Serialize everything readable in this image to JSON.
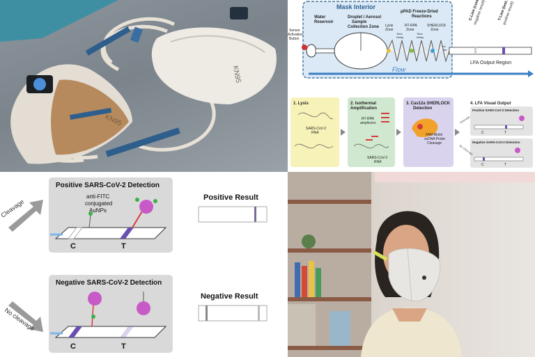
{
  "diagram": {
    "mask_interior": "Mask Interior",
    "water_reservoir": "Water\nReservoir",
    "droplet_zone": "Droplet / Aerosol\nSample\nCollection Zone",
    "freeze_dried": "µPAD Freeze-Dried\nReactions",
    "lysis_zone": "Lysis\nZone",
    "rt_rpa_zone": "RT-RPA\nZone",
    "sherlock_zone": "SHERLOCK\nZone",
    "time_delay": "Time\nDelay",
    "sensor_button": "Sensor\nActivation\nButton",
    "c_line": "C-Line (control,\nnegative result)",
    "t_line": "T-Line (test,\npositive result)",
    "flow": "Flow",
    "lfa_region": "LFA Output Region",
    "steps": [
      {
        "title": "1. Lysis",
        "body": "SARS-CoV-2\nRNA"
      },
      {
        "title": "2. Isothermal\nAmplification",
        "body": "RT-RPA\namplicons",
        "body2": "SARS-CoV-2\nRNA"
      },
      {
        "title": "3. Cas12a SHERLOCK\nDetection",
        "body": "FAM-Biotin\nssDNA Probe\nCleavage"
      },
      {
        "title": "4. LFA Visual Output",
        "pos": "Positive SARS-CoV-2 Detection",
        "neg": "Negative SARS-CoV-2 Detection",
        "cleavage": "Cleavage",
        "no_cleavage": "No Cleavage",
        "c": "C",
        "t": "T"
      }
    ]
  },
  "strip": {
    "positive_title": "Positive SARS-CoV-2 Detection",
    "negative_title": "Negative SARS-CoV-2 Detection",
    "anti_fitc": "anti-FITC\nconjugated\nAuNPs",
    "cleavage": "Cleavage",
    "no_cleavage": "No cleavage",
    "c": "C",
    "t": "T",
    "positive_result": "Positive Result",
    "negative_result": "Negative Result"
  },
  "mask_labels": {
    "mask1": "KN95",
    "mask2": "KN95"
  },
  "colors": {
    "mask_interior_bg": "#dbe9f6",
    "mask_interior_border": "#2b5f8e",
    "flow": "#3b7fc4",
    "test_line": "#6a4fb0",
    "panel_gray": "#d9d9d9",
    "step1": "#f6f2b8",
    "step2": "#cfe8cf",
    "step3": "#d9d3ee",
    "step4": "#e3e3e3"
  }
}
